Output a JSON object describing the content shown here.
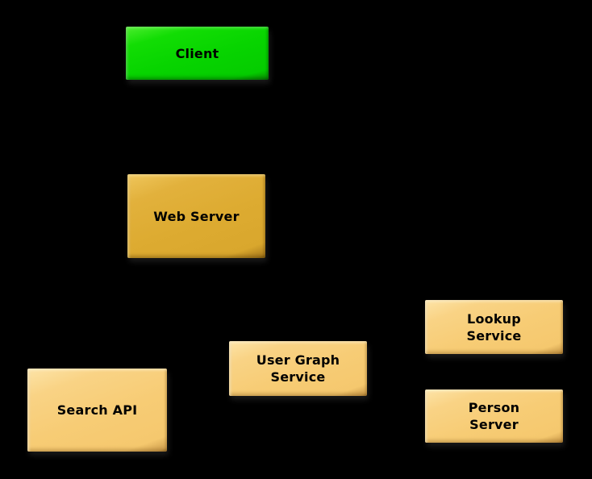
{
  "diagram": {
    "background_color": "#000000",
    "text_color": "#000000",
    "node_fill_colors": {
      "client_green": "#07d400",
      "web_server_gold": "#ddab31",
      "service_tan": "#f7cc75"
    },
    "nodes": [
      {
        "id": "client",
        "label": "Client"
      },
      {
        "id": "web-server",
        "label": "Web Server"
      },
      {
        "id": "search-api",
        "label": "Search API"
      },
      {
        "id": "user-graph-service",
        "label": "User Graph\nService"
      },
      {
        "id": "lookup-service",
        "label": "Lookup\nService"
      },
      {
        "id": "person-server",
        "label": "Person\nServer"
      }
    ]
  }
}
